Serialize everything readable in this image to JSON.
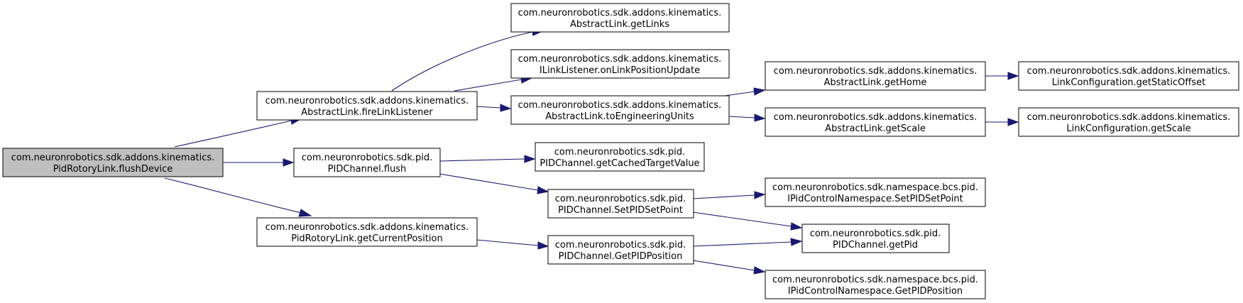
{
  "colors": {
    "root_fill": "#bfbfbf",
    "node_fill": "#ffffff",
    "border": "#000000",
    "edge": "#191970"
  },
  "nodes": {
    "flushDevice": {
      "line1": "com.neuronrobotics.sdk.addons.kinematics.",
      "line2": "PidRotoryLink.flushDevice"
    },
    "fireLinkListener": {
      "line1": "com.neuronrobotics.sdk.addons.kinematics.",
      "line2": "AbstractLink.fireLinkListener"
    },
    "pidFlush": {
      "line1": "com.neuronrobotics.sdk.pid.",
      "line2": "PIDChannel.flush"
    },
    "getCurrentPosition": {
      "line1": "com.neuronrobotics.sdk.addons.kinematics.",
      "line2": "PidRotoryLink.getCurrentPosition"
    },
    "getLinks": {
      "line1": "com.neuronrobotics.sdk.addons.kinematics.",
      "line2": "AbstractLink.getLinks"
    },
    "onLinkPositionUpdate": {
      "line1": "com.neuronrobotics.sdk.addons.kinematics.",
      "line2": "ILinkListener.onLinkPositionUpdate"
    },
    "toEngineeringUnits": {
      "line1": "com.neuronrobotics.sdk.addons.kinematics.",
      "line2": "AbstractLink.toEngineeringUnits"
    },
    "getCachedTargetValue": {
      "line1": "com.neuronrobotics.sdk.pid.",
      "line2": "PIDChannel.getCachedTargetValue"
    },
    "setPIDSetPoint": {
      "line1": "com.neuronrobotics.sdk.pid.",
      "line2": "PIDChannel.SetPIDSetPoint"
    },
    "getPIDPosition": {
      "line1": "com.neuronrobotics.sdk.pid.",
      "line2": "PIDChannel.GetPIDPosition"
    },
    "getHome": {
      "line1": "com.neuronrobotics.sdk.addons.kinematics.",
      "line2": "AbstractLink.getHome"
    },
    "getScale": {
      "line1": "com.neuronrobotics.sdk.addons.kinematics.",
      "line2": "AbstractLink.getScale"
    },
    "nsSetPIDSetPoint": {
      "line1": "com.neuronrobotics.sdk.namespace.bcs.pid.",
      "line2": "IPidControlNamespace.SetPIDSetPoint"
    },
    "getPid": {
      "line1": "com.neuronrobotics.sdk.pid.",
      "line2": "PIDChannel.getPid"
    },
    "nsGetPIDPosition": {
      "line1": "com.neuronrobotics.sdk.namespace.bcs.pid.",
      "line2": "IPidControlNamespace.GetPIDPosition"
    },
    "getStaticOffset": {
      "line1": "com.neuronrobotics.sdk.addons.kinematics.",
      "line2": "LinkConfiguration.getStaticOffset"
    },
    "lcGetScale": {
      "line1": "com.neuronrobotics.sdk.addons.kinematics.",
      "line2": "LinkConfiguration.getScale"
    }
  },
  "edges": [
    {
      "from": "flushDevice",
      "to": "fireLinkListener"
    },
    {
      "from": "flushDevice",
      "to": "pidFlush"
    },
    {
      "from": "flushDevice",
      "to": "getCurrentPosition"
    },
    {
      "from": "fireLinkListener",
      "to": "getLinks"
    },
    {
      "from": "fireLinkListener",
      "to": "onLinkPositionUpdate"
    },
    {
      "from": "fireLinkListener",
      "to": "toEngineeringUnits"
    },
    {
      "from": "toEngineeringUnits",
      "to": "getHome"
    },
    {
      "from": "toEngineeringUnits",
      "to": "getScale"
    },
    {
      "from": "getHome",
      "to": "getStaticOffset"
    },
    {
      "from": "getScale",
      "to": "lcGetScale"
    },
    {
      "from": "pidFlush",
      "to": "getCachedTargetValue"
    },
    {
      "from": "pidFlush",
      "to": "setPIDSetPoint"
    },
    {
      "from": "setPIDSetPoint",
      "to": "nsSetPIDSetPoint"
    },
    {
      "from": "setPIDSetPoint",
      "to": "getPid"
    },
    {
      "from": "getCurrentPosition",
      "to": "getPIDPosition"
    },
    {
      "from": "getPIDPosition",
      "to": "getPid"
    },
    {
      "from": "getPIDPosition",
      "to": "nsGetPIDPosition"
    }
  ]
}
